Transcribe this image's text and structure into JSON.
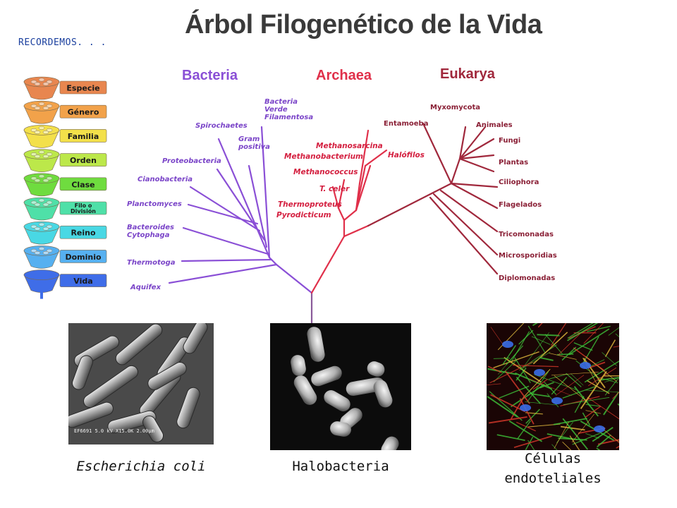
{
  "header": {
    "recordemos": "RECORDEMOS. . .",
    "title": "Árbol Filogenético de la Vida"
  },
  "taxonomy": {
    "levels": [
      "Especie",
      "Género",
      "Familia",
      "Orden",
      "Clase",
      "Filo o\nDivisión",
      "Reino",
      "Dominio",
      "Vida"
    ],
    "colors": [
      "#e8864f",
      "#f2a24a",
      "#f3e04a",
      "#bce84a",
      "#6fdc3f",
      "#4fe0a8",
      "#49d8e4",
      "#56b0f0",
      "#3f6de8"
    ]
  },
  "tree": {
    "domains": [
      {
        "name": "Bacteria",
        "color": "#8a4fd6"
      },
      {
        "name": "Archaea",
        "color": "#e0304a"
      },
      {
        "name": "Eukarya",
        "color": "#a0283c"
      }
    ],
    "bacteria": [
      "Bacteria\nVerde\nFilamentosa",
      "Spirochaetes",
      "Gram\npositiva",
      "Proteobacteria",
      "Cianobacteria",
      "Planctomyces",
      "Bacteroides\nCytophaga",
      "Thermotoga",
      "Aquifex"
    ],
    "archaea": [
      "Methanosarcina",
      "Methanobacterium",
      "Halófilos",
      "Methanococcus",
      "T. celer",
      "Thermoproteus",
      "Pyrodicticum"
    ],
    "eukarya": [
      "Myxomycota",
      "Entamoeba",
      "Animales",
      "Fungi",
      "Plantas",
      "Ciliophora",
      "Flagelados",
      "Tricomonadas",
      "Microsporidias",
      "Diplomonadas"
    ],
    "colors": {
      "bacteria": "#8a4fd6",
      "archaea": "#e0304a",
      "eukarya": "#a0283c",
      "label_bacteria": "#7a44c8",
      "label_archaea": "#d42040",
      "label_eukarya": "#8a2036"
    }
  },
  "photos": [
    {
      "caption": "Escherichia coli",
      "overlay": "EF6691 5.0 kV X15.0K 2.00µm"
    },
    {
      "caption": "Halobacteria"
    },
    {
      "caption": "Células\nendoteliales"
    }
  ]
}
